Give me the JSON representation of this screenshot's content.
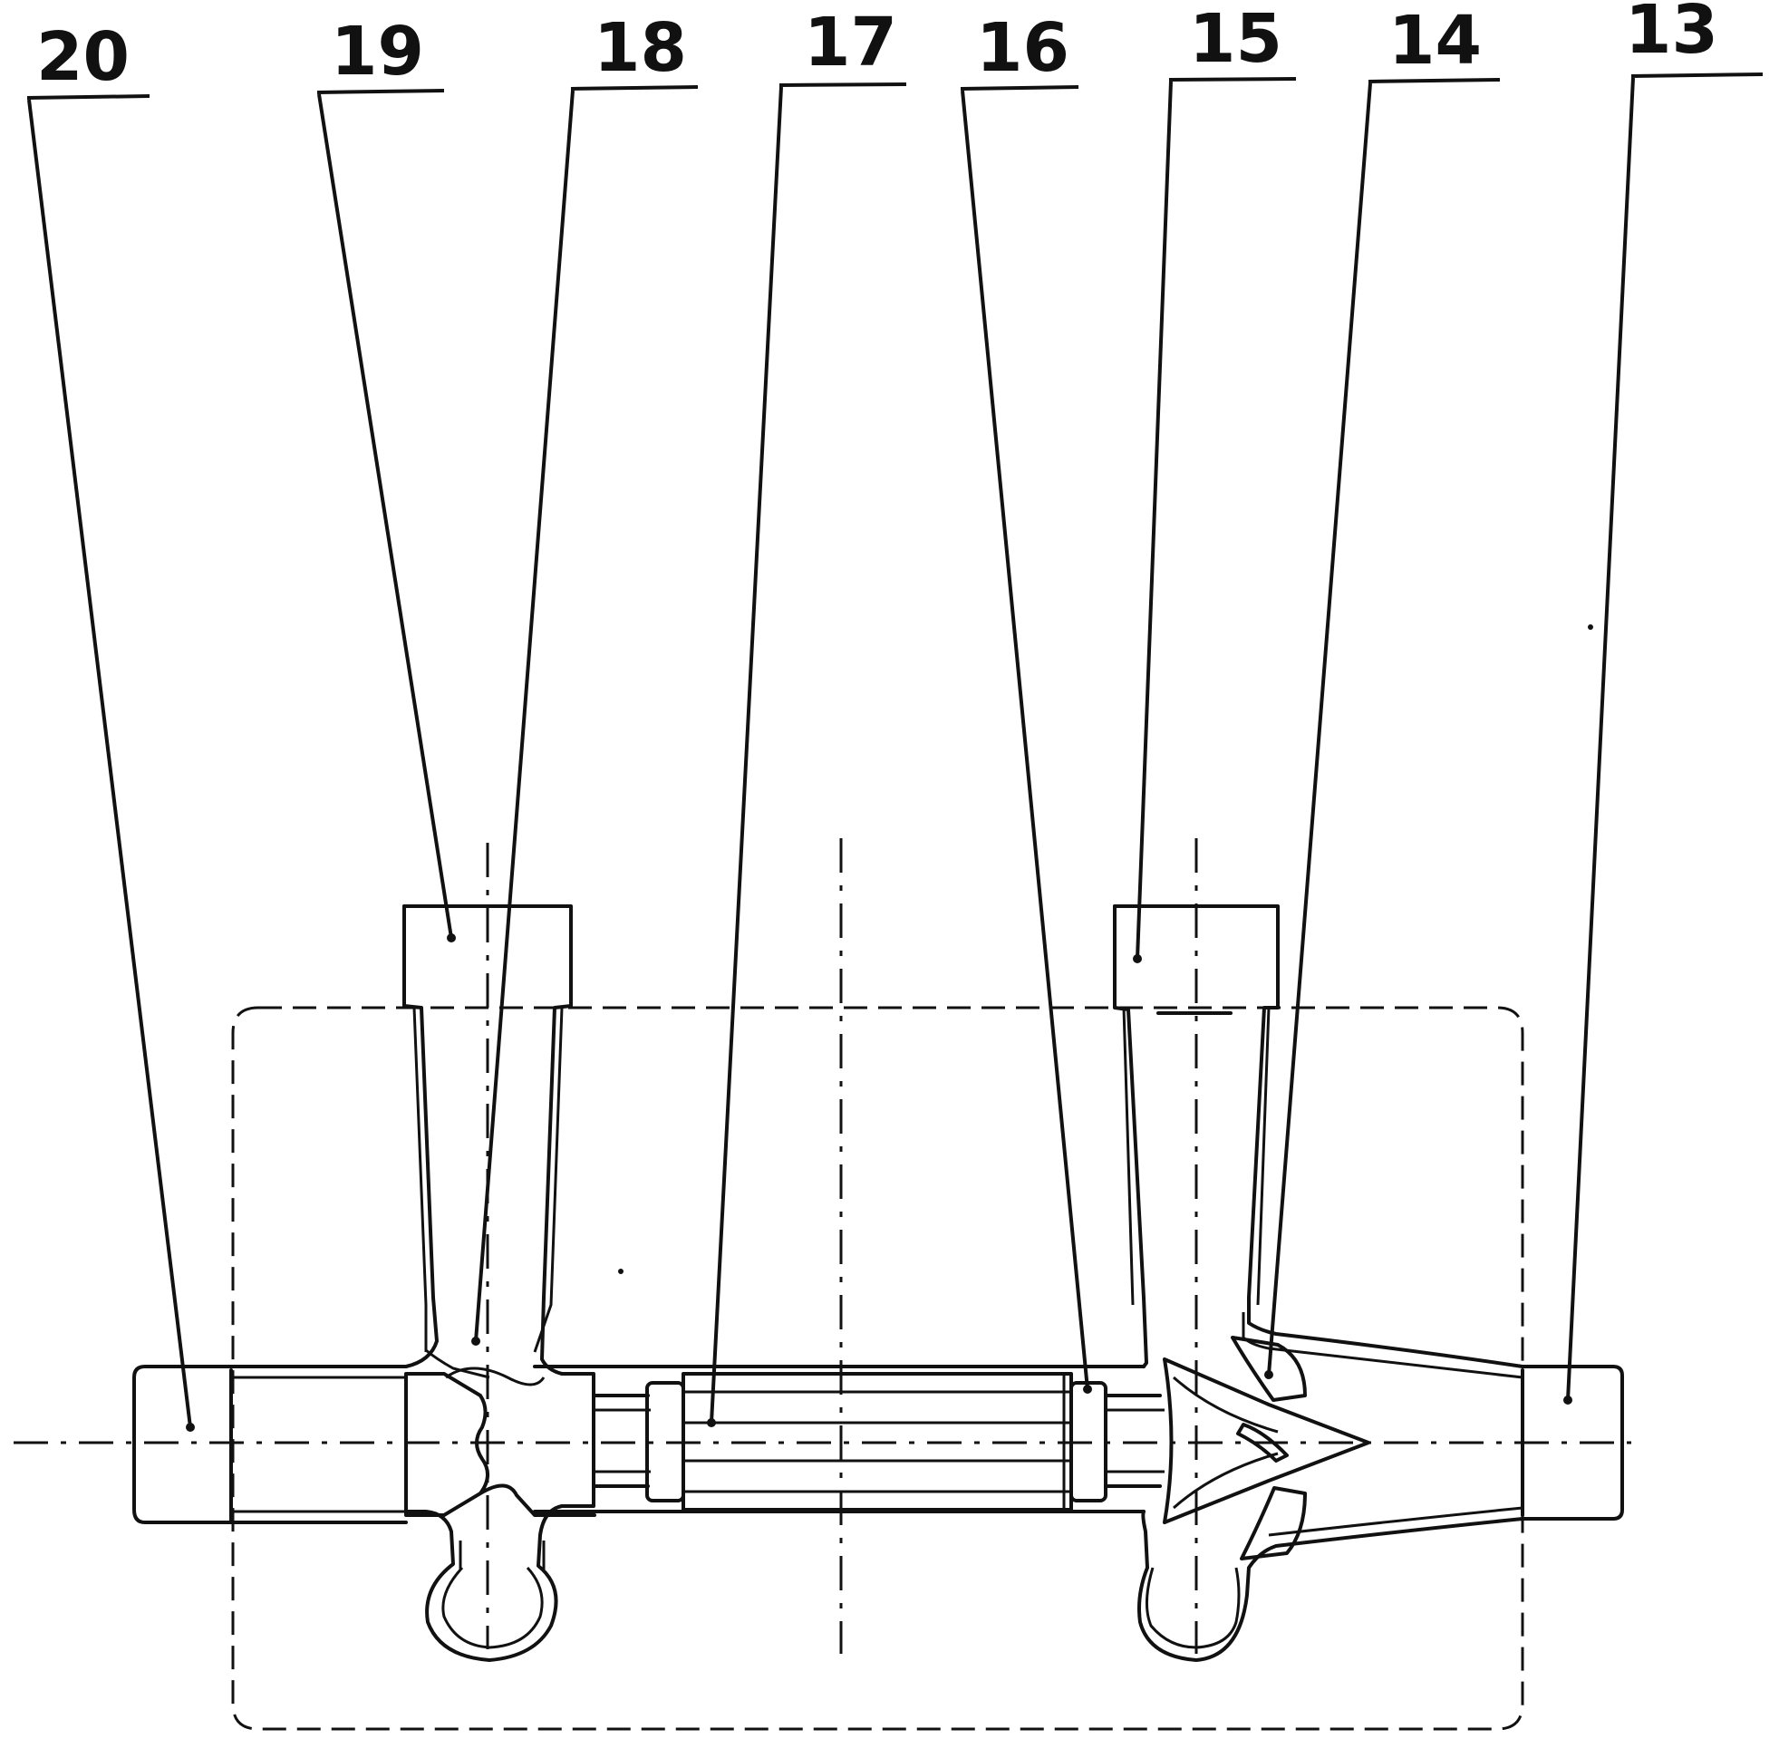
{
  "labels": [
    {
      "id": "part-20",
      "text": "20"
    },
    {
      "id": "part-19",
      "text": "19"
    },
    {
      "id": "part-18",
      "text": "18"
    },
    {
      "id": "part-17",
      "text": "17"
    },
    {
      "id": "part-16",
      "text": "16"
    },
    {
      "id": "part-15",
      "text": "15"
    },
    {
      "id": "part-14",
      "text": "14"
    },
    {
      "id": "part-13",
      "text": "13"
    }
  ]
}
